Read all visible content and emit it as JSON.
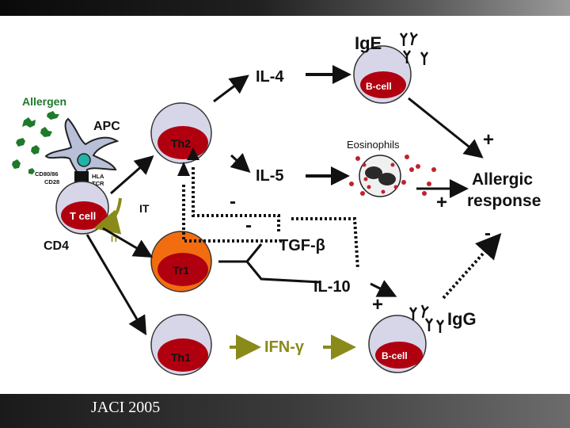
{
  "slide": {
    "citation": "JACI 2005"
  },
  "diagram": {
    "allergen_label": "Allergen",
    "apc_label": "APC",
    "cd80_label": "CD80/86",
    "cd28_label": "CD28",
    "hla_label": "HLA",
    "tcr_label": "TCR",
    "tcell_label": "T cell",
    "cd4_label": "CD4",
    "it_label_upper": "IT",
    "it_label_lower": "IT",
    "th2_label": "Th2",
    "tr1_label": "Tr1",
    "th1_label": "Th1",
    "il4_label": "IL-4",
    "il5_label": "IL-5",
    "tgf_label": "TGF-β",
    "il10_label": "IL-10",
    "ifn_label": "IFN-γ",
    "ige_label": "IgE",
    "igg_label": "IgG",
    "bcell_top_label": "B-cell",
    "bcell_bottom_label": "B-cell",
    "eosinophils_label": "Eosinophils",
    "allergic_label_line1": "Allergic",
    "allergic_label_line2": "response",
    "sign_plus_top": "+",
    "sign_plus_mid": "+",
    "sign_minus_right": "-",
    "sign_minus_th2_a": "-",
    "sign_minus_th2_b": "-",
    "sign_plus_il10": "+"
  },
  "colors": {
    "cell_outer": "#d6d6e8",
    "nucleus_red": "#b0000f",
    "tr1_orange": "#f26d10",
    "apc_fill": "#b8bfd8",
    "allergen_green": "#1e7a2a",
    "olive_arrow": "#8a8a1a",
    "antibody": "#1a1a1a",
    "granule_red": "#c0222c"
  }
}
